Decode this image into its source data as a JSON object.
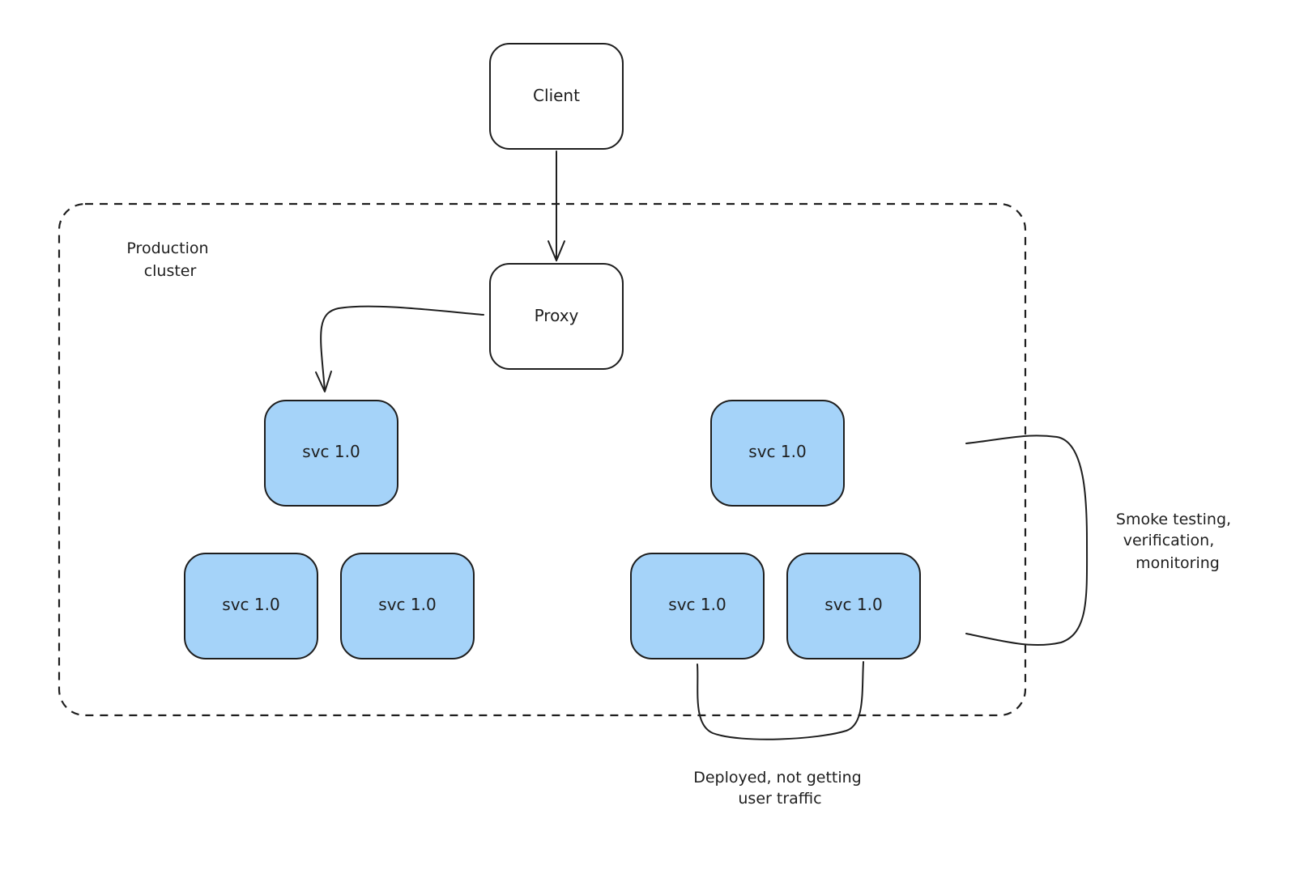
{
  "nodes": {
    "client": "Client",
    "proxy": "Proxy",
    "svc_label": "svc 1.0"
  },
  "cluster": {
    "label_line1": "Production",
    "label_line2": "cluster"
  },
  "annotations": {
    "right_line1": "Smoke testing,",
    "right_line2": "verification,",
    "right_line3": "monitoring",
    "bottom_line1": "Deployed, not getting",
    "bottom_line2": "user traffic"
  },
  "colors": {
    "svc_fill": "#a5d3f9",
    "stroke": "#1e1e1e"
  }
}
